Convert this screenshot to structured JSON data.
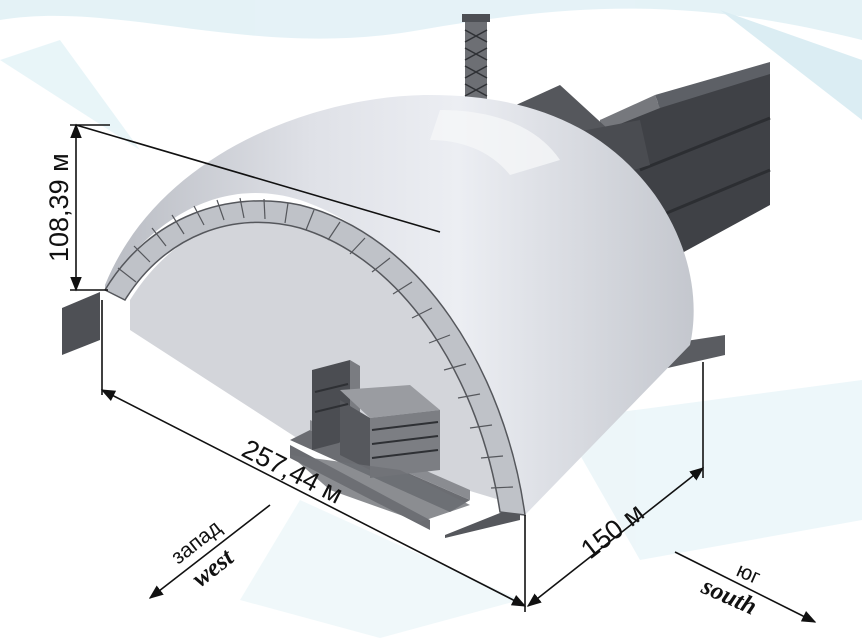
{
  "dimensions": {
    "height": "108,39 м",
    "length": "257,44 м",
    "span": "150 м"
  },
  "directions": {
    "west_ru": "запад",
    "west_en": "west",
    "south_ru": "юг",
    "south_en": "south"
  },
  "colors": {
    "arch_light": "#e6e8ee",
    "arch_mid": "#c9ccd3",
    "arch_shadow": "#aeb1b8",
    "building_dark": "#4b4d52",
    "building_mid": "#6b6d72",
    "background_wash": "#d8edf3",
    "dimension_line": "#111111"
  }
}
